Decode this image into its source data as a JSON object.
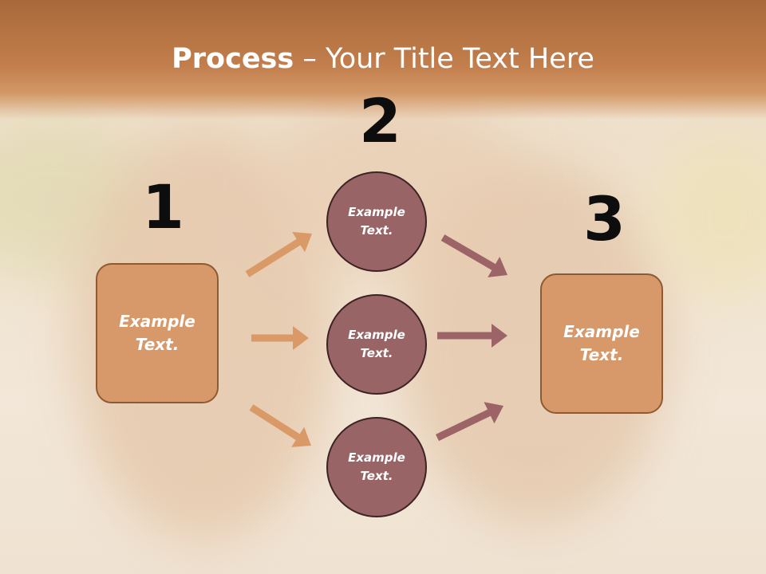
{
  "title": {
    "bold": "Process",
    "rest": " – Your Title Text Here"
  },
  "numbers": {
    "one": "1",
    "two": "2",
    "three": "3"
  },
  "left_box": {
    "text": "Example\nText."
  },
  "right_box": {
    "text": "Example\nText."
  },
  "circles": [
    {
      "text": "Example\nText."
    },
    {
      "text": "Example\nText."
    },
    {
      "text": "Example\nText."
    }
  ],
  "colors": {
    "left_arrows": "#d99a68",
    "right_arrows": "#9c6466",
    "box_fill": "#d8996a",
    "circle_fill": "#996466"
  }
}
